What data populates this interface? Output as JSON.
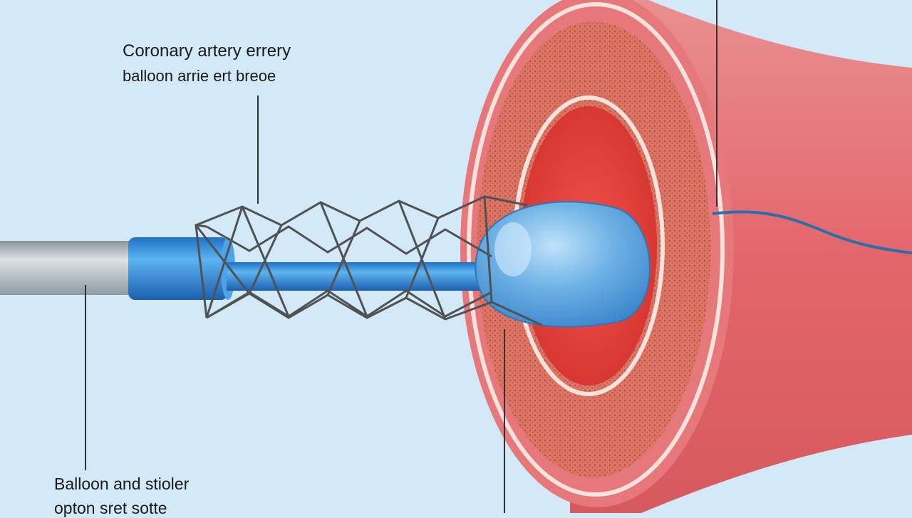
{
  "labels": {
    "top_line1": "Coronary artery errery",
    "top_line2": "balloon arrie ert breoe",
    "bottom_line1": "Balloon and stioler",
    "bottom_line2": "opton sret sotte"
  },
  "colors": {
    "background": "#d4e9f7",
    "artery_outer": "#e8767a",
    "artery_tissue": "#d96a5d",
    "lumen": "#e8403b",
    "balloon": "#5aa5df",
    "catheter_blue": "#2e8fe0",
    "catheter_gray": "#a9b6bd",
    "stent": "#505355",
    "guidewire": "#2a6fa6"
  }
}
